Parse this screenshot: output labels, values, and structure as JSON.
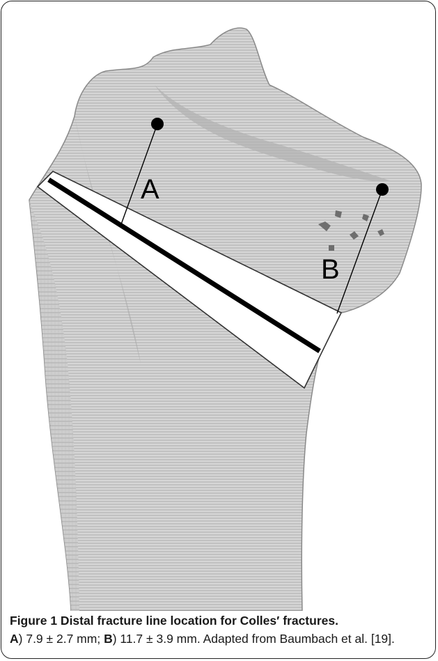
{
  "figure": {
    "labels": {
      "a": "A",
      "b": "B"
    }
  },
  "caption": {
    "title": "Figure 1 Distal fracture line location for Colles′ fractures.",
    "a_label": "A",
    "a_text": ") 7.9 ± 2.7 mm; ",
    "b_label": "B",
    "b_text": ") 11.7 ± 3.9 mm. Adapted from Baumbach et al. [19]."
  }
}
